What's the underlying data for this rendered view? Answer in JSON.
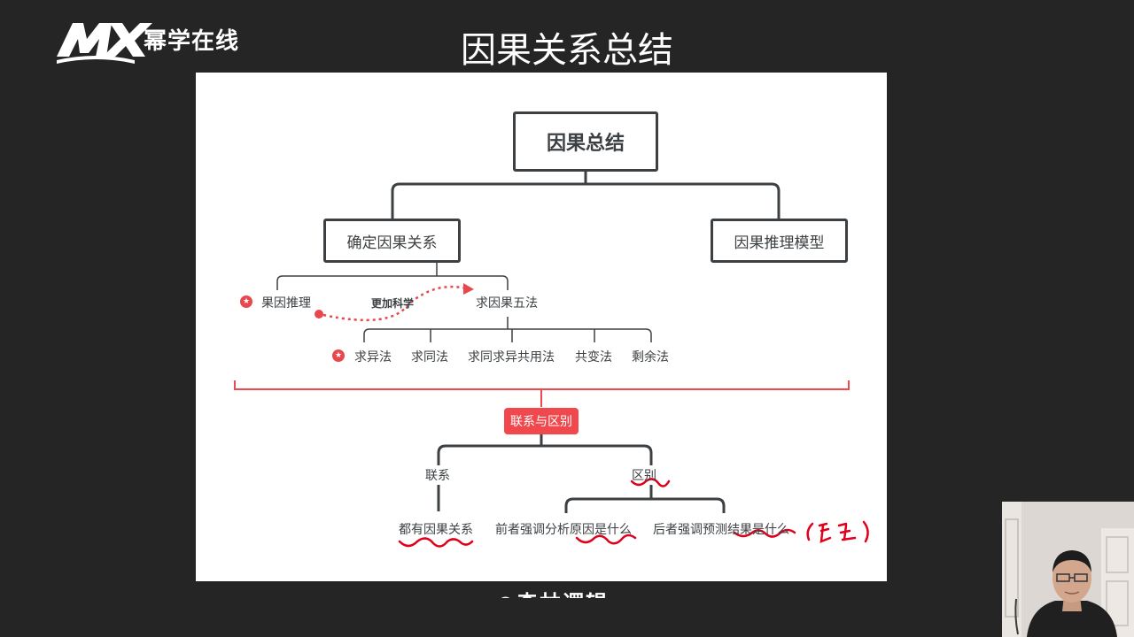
{
  "brand": {
    "logo_mark": "MX",
    "name": "幂学在线"
  },
  "slide": {
    "title": "因果关系总结",
    "footer_cutoff": "◎森林逻辑"
  },
  "diagram": {
    "root": "因果总结",
    "left": "确定因果关系",
    "right": "因果推理模型",
    "effect_reasoning": "果因推理",
    "more_scientific": "更加科学",
    "five_methods": "求因果五法",
    "methods": [
      "求异法",
      "求同法",
      "求同求异共用法",
      "共变法",
      "剩余法"
    ],
    "relation_badge": "联系与区别",
    "connection": "联系",
    "difference": "区别",
    "common": "都有因果关系",
    "former": "前者强调分析原因是什么",
    "latter": "后者强调预测结果是什么",
    "star_icon": "star-badge-icon"
  },
  "colors": {
    "accent": "#f0484d",
    "box_border": "#3c4043",
    "annotation": "#e0001b"
  }
}
